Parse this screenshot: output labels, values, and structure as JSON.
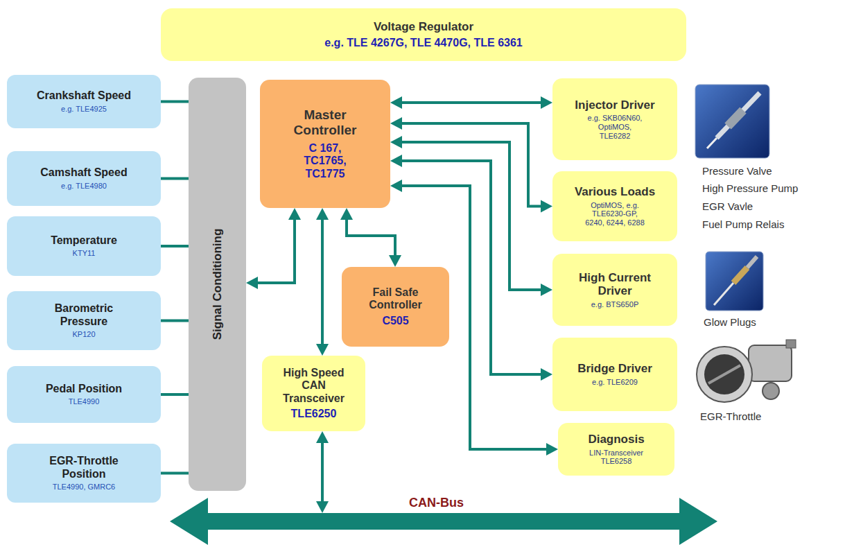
{
  "diagram": {
    "nodes": [
      {
        "text": [
          "Voltage Regulator",
          "e.g. TLE 4267G, TLE 4470G, TLE 6361"
        ]
      },
      {
        "text": [
          "Crankshaft Speed",
          "e.g. TLE4925"
        ]
      },
      {
        "text": [
          "Camshaft Speed",
          "e.g. TLE4980"
        ]
      },
      {
        "text": [
          "Temperature",
          "KTY11"
        ]
      },
      {
        "text": [
          "Barometric Pressure",
          "KP120"
        ]
      },
      {
        "text": [
          "Pedal Position",
          "TLE4990"
        ]
      },
      {
        "text": [
          "EGR-Throttle Position",
          "TLE4990, GMRC6"
        ]
      },
      {
        "text": [
          "Signal Conditioning"
        ]
      },
      {
        "text": [
          "Master Controller",
          "C 167, TC1765, TC1775"
        ]
      },
      {
        "text": [
          "Fail Safe Controller",
          "C505"
        ]
      },
      {
        "text": [
          "High Speed CAN Transceiver",
          "TLE6250"
        ]
      },
      {
        "text": [
          "Injector Driver",
          "e.g. SKB06N60, OptiMOS, TLE6282"
        ]
      },
      {
        "text": [
          "Various Loads",
          "OptiMOS, e.g. TLE6230-GP, 6240, 6244, 6288"
        ]
      },
      {
        "text": [
          "High Current Driver",
          "e.g. BTS650P"
        ]
      },
      {
        "text": [
          "Bridge Driver",
          "e.g. TLE6209"
        ]
      },
      {
        "text": [
          "Diagnosis",
          "LIN-Transceiver TLE6258"
        ]
      },
      {
        "text": [
          "CAN-Bus"
        ]
      }
    ],
    "edges": [
      {
        "from": 1,
        "to": 7,
        "arrow": "none"
      },
      {
        "from": 2,
        "to": 7,
        "arrow": "none"
      },
      {
        "from": 3,
        "to": 7,
        "arrow": "none"
      },
      {
        "from": 4,
        "to": 7,
        "arrow": "none"
      },
      {
        "from": 5,
        "to": 7,
        "arrow": "none"
      },
      {
        "from": 6,
        "to": 7,
        "arrow": "none"
      },
      {
        "from": 7,
        "to": 8,
        "arrow": "both"
      },
      {
        "from": 8,
        "to": 11,
        "arrow": "both"
      },
      {
        "from": 8,
        "to": 12,
        "arrow": "both"
      },
      {
        "from": 8,
        "to": 13,
        "arrow": "both"
      },
      {
        "from": 8,
        "to": 14,
        "arrow": "both"
      },
      {
        "from": 8,
        "to": 15,
        "arrow": "both"
      },
      {
        "from": 8,
        "to": 9,
        "arrow": "both"
      },
      {
        "from": 8,
        "to": 10,
        "arrow": "both"
      },
      {
        "from": 10,
        "to": 16,
        "arrow": "both"
      }
    ],
    "labels": [
      "Pressure Valve",
      "High Pressure Pump",
      "EGR Vavle",
      "Fuel Pump Relais",
      "Glow Plugs",
      "EGR-Throttle"
    ]
  }
}
